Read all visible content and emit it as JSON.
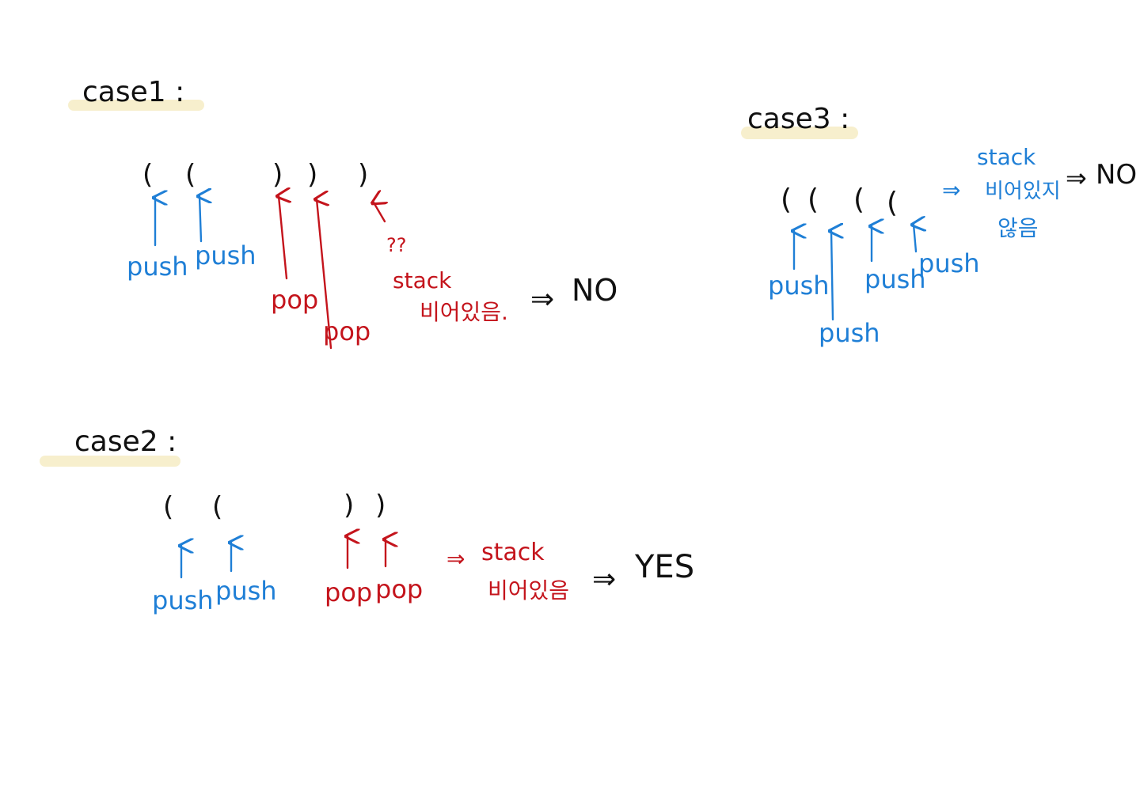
{
  "cases": {
    "case1": {
      "title": "case1 :",
      "open_parens": [
        "(",
        "("
      ],
      "close_parens": [
        ")",
        ")",
        ")"
      ],
      "push_labels": [
        "push",
        "push"
      ],
      "pop_labels": [
        "pop",
        "pop"
      ],
      "question": "??",
      "note_line1": "stack",
      "note_line2": "비어있음.",
      "result_arrow": "⇒",
      "result": "NO"
    },
    "case2": {
      "title": "case2 :",
      "open_parens": [
        "(",
        "("
      ],
      "close_parens": [
        ")",
        ")"
      ],
      "push_labels": [
        "push",
        "push"
      ],
      "pop_labels": [
        "pop",
        "pop"
      ],
      "note_arrow": "⇒",
      "note_line1": "stack",
      "note_line2": "비어있음",
      "result_arrow": "⇒",
      "result": "YES"
    },
    "case3": {
      "title": "case3 :",
      "open_parens": [
        "(",
        "(",
        "(",
        "("
      ],
      "push_labels": [
        "push",
        "push",
        "push",
        "push"
      ],
      "note_arrow": "⇒",
      "note_line1": "stack",
      "note_line2": "비어있지",
      "note_line3": "않음",
      "result_arrow": "⇒",
      "result": "NO"
    }
  },
  "colors": {
    "ink": "#111111",
    "push": "#1f7fd6",
    "pop": "#c4141c",
    "highlight": "#f6ecc4"
  }
}
